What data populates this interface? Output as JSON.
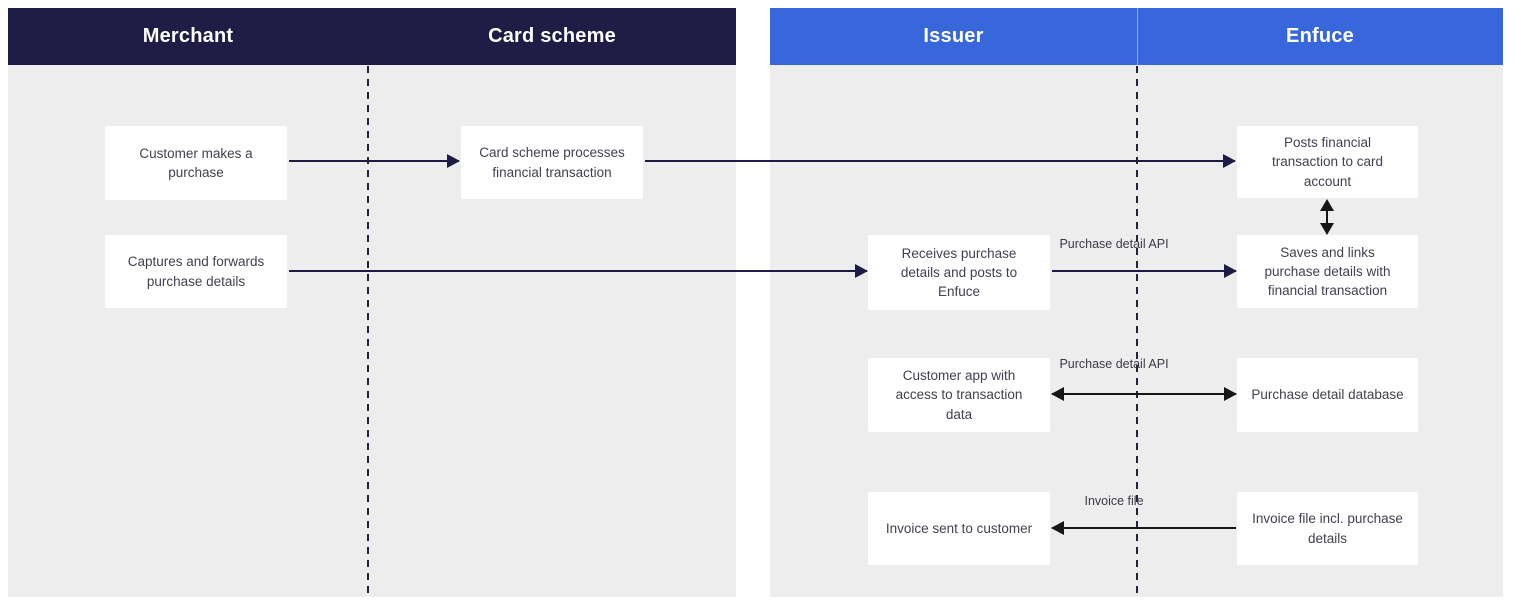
{
  "columns": {
    "merchant": {
      "label": "Merchant",
      "nodes": [
        "Customer makes a purchase",
        "Captures and forwards purchase details"
      ]
    },
    "card_scheme": {
      "label": "Card scheme",
      "nodes": [
        "Card scheme processes financial transaction"
      ]
    },
    "issuer": {
      "label": "Issuer",
      "nodes": [
        "Receives purchase details and posts to Enfuce",
        "Customer app with access to transaction data",
        "Invoice sent to customer"
      ]
    },
    "enfuce": {
      "label": "Enfuce",
      "nodes": [
        "Posts financial transaction to card account",
        "Saves and links purchase details with financial transaction",
        "Purchase detail database",
        "Invoice file incl. purchase details"
      ]
    }
  },
  "edge_labels": {
    "purchase_detail_api_row2": "Purchase detail API",
    "purchase_detail_api_row3": "Purchase detail API",
    "invoice_file_row4": "Invoice file"
  },
  "colors": {
    "header_left_bg": "#1f1c45",
    "header_right_bg": "#3867dc",
    "lane_bg": "#ededee",
    "arrow_navy": "#1e1c45",
    "arrow_black": "#161616",
    "node_bg": "#ffffff",
    "node_text": "#414150"
  }
}
